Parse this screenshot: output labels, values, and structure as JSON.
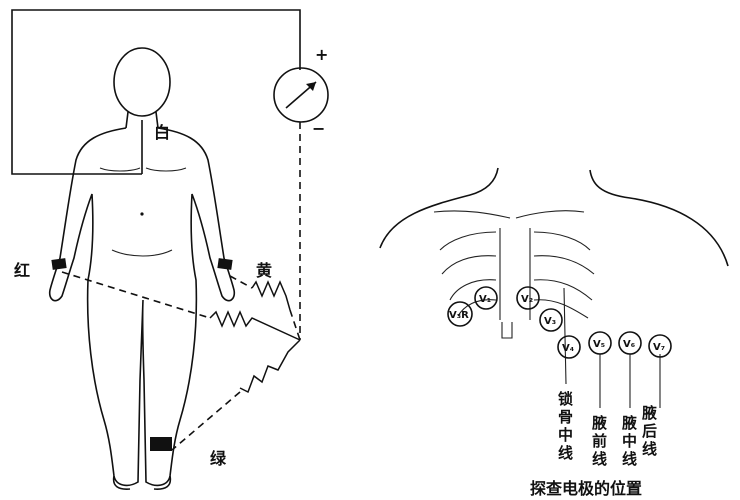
{
  "limb_labels": {
    "white": "白",
    "red": "红",
    "yellow": "黄",
    "green": "绿"
  },
  "meter": {
    "plus": "+",
    "minus": "−"
  },
  "electrodes": [
    "V₁",
    "V₂",
    "V₃R",
    "V₃",
    "V₄",
    "V₅",
    "V₆",
    "V₇"
  ],
  "chest_lines": [
    [
      "锁",
      "骨",
      "中",
      "线"
    ],
    [
      "腋",
      "前",
      "线"
    ],
    [
      "腋",
      "中",
      "线"
    ],
    [
      "腋",
      "后",
      "线"
    ]
  ],
  "caption": "探查电极的位置"
}
